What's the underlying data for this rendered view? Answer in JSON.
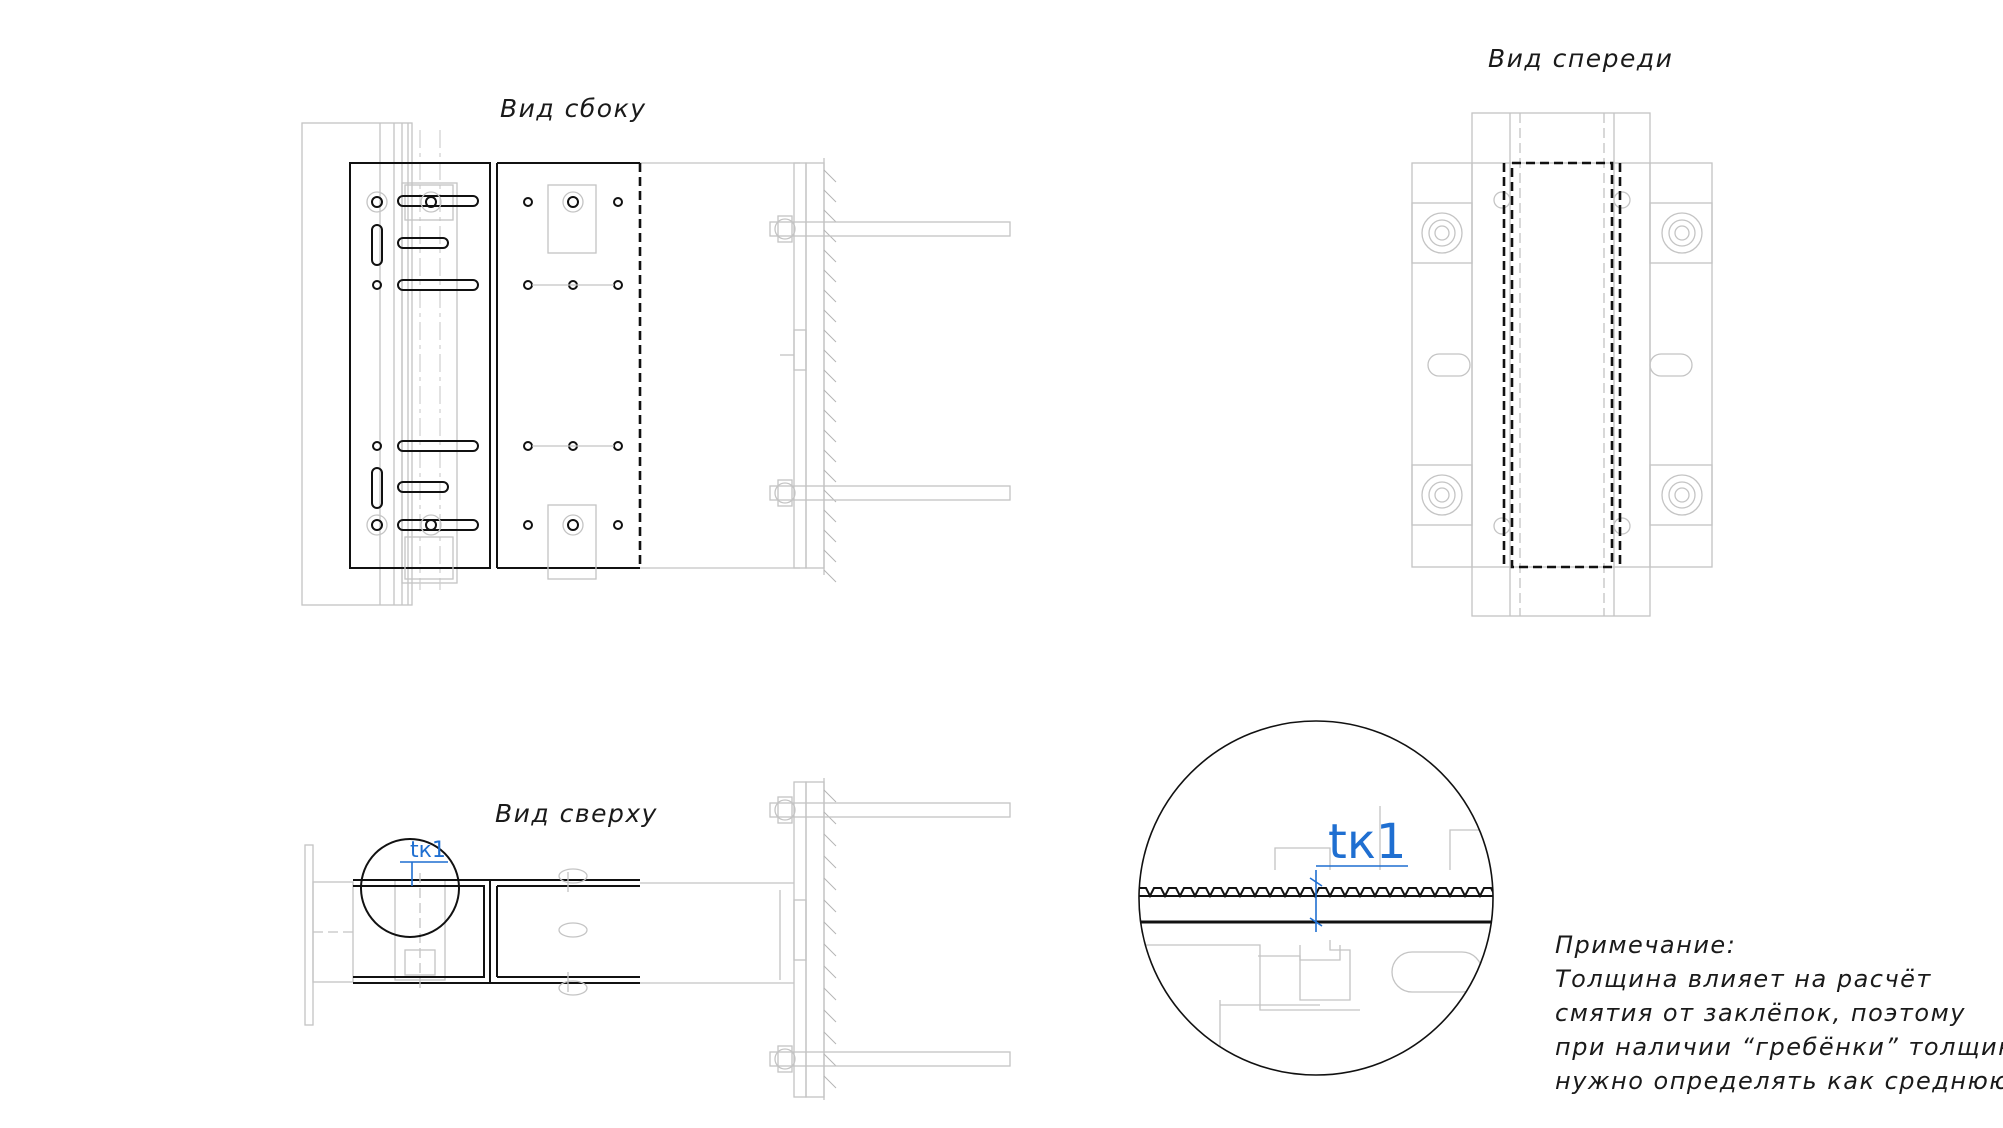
{
  "views": {
    "side": {
      "title": "Вид сбоку"
    },
    "front": {
      "title": "Вид спереди"
    },
    "top": {
      "title": "Вид сверху",
      "callout": "tк1"
    }
  },
  "detail": {
    "callout": "tк1"
  },
  "note": {
    "heading": "Примечание:",
    "lines": [
      "Толщина влияет на расчёт",
      "смятия от заклёпок, поэтому",
      "при наличии “гребёнки” толщину",
      "нужно определять как среднюю"
    ]
  },
  "colors": {
    "line_main": "#111111",
    "line_background": "#c4c4c4",
    "dimension": "#1f6fd1"
  }
}
